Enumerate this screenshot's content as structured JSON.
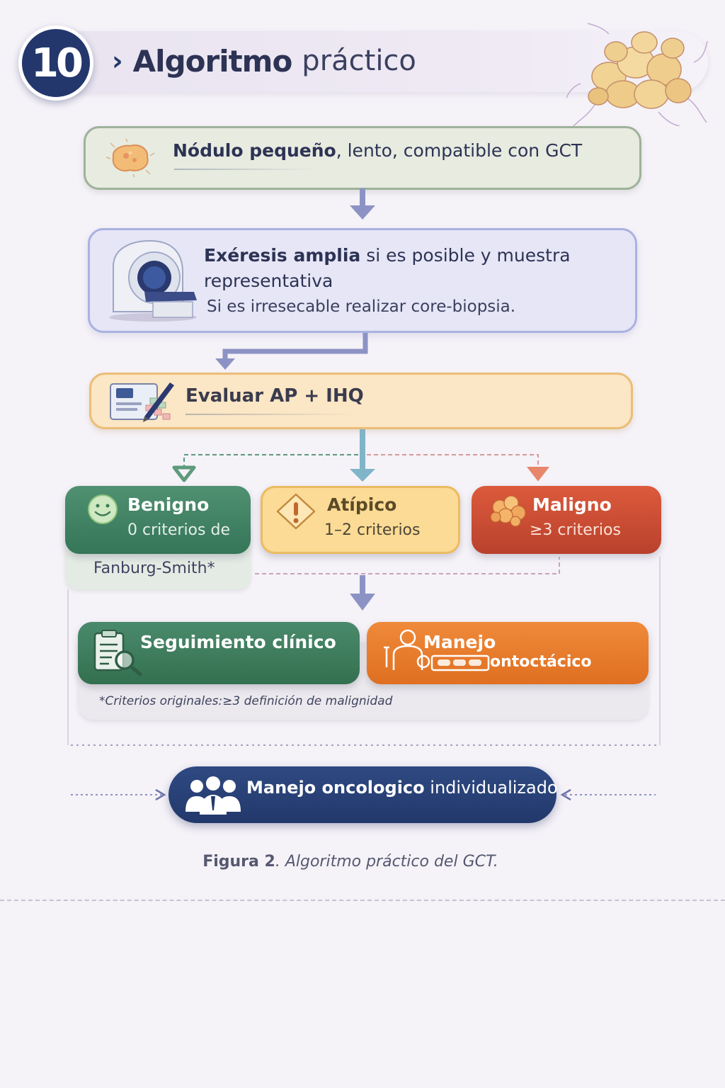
{
  "header": {
    "number": "10",
    "title_strong": "Algoritmo",
    "title_light": "práctico"
  },
  "steps": {
    "nodulo": {
      "strong": "Nódulo pequeño",
      "rest": ", lento, compatible con GCT"
    },
    "exeresis": {
      "strong": "Exéresis amplia",
      "rest": " si es posible y muestra",
      "line2": "representativa",
      "line3": "Si es irresecable realizar core-biopsia."
    },
    "evaluar": "Evaluar AP + IHQ"
  },
  "categories": {
    "benigno": {
      "title": "Benigno",
      "sub": "0 criterios de",
      "ext": "Fanburg-Smith*"
    },
    "atipico": {
      "title": "Atípico",
      "sub": "1–2 criterios"
    },
    "maligno": {
      "title": "Maligno",
      "sub": "≥3 criterios"
    }
  },
  "actions": {
    "seguimiento": "Seguimiento clínico",
    "manejo_line1": "Manejo",
    "manejo_line2": "ontoctácico",
    "footnote": "*Criterios originales:≥3 definición de malignidad"
  },
  "final": {
    "strong": "Manejo oncologico",
    "rest": " individualizado"
  },
  "caption": {
    "label": "Figura 2",
    "text": ". Algoritmo práctico del GCT."
  },
  "colors": {
    "navy": "#23376d",
    "benigno": "#357558",
    "atipico": "#fbdb95",
    "maligno": "#c0452f",
    "manejo": "#e57628"
  }
}
